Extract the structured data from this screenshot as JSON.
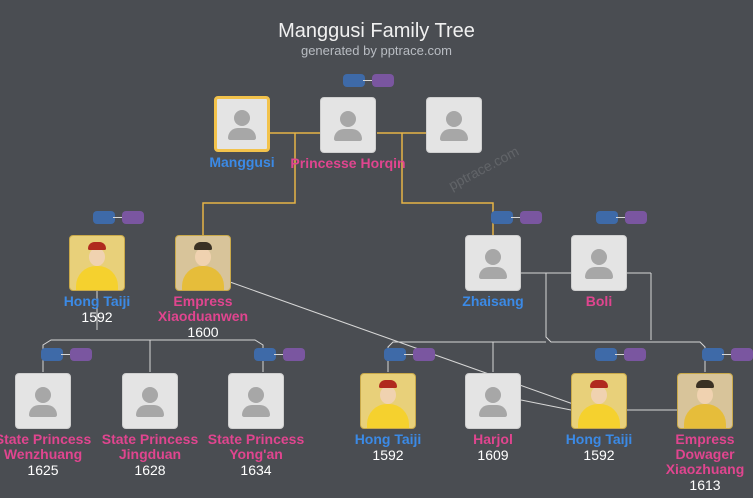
{
  "header": {
    "title": "Manggusi Family Tree",
    "subtitle": "generated by pptrace.com",
    "watermark": "pptrace.com"
  },
  "colors": {
    "background": "#4a4d52",
    "male": "#3b8ae6",
    "female": "#e0458f",
    "selected_border": "#f2c24b",
    "marriage_line": "#e6b446",
    "child_line": "#d7d7d7"
  },
  "people": {
    "manggusi": {
      "name": "Manggusi",
      "year": ""
    },
    "princesse_horqin": {
      "name": "Princesse Horqin",
      "year": ""
    },
    "unknown_top": {
      "name": "",
      "year": ""
    },
    "hong_taiji_a": {
      "name": "Hong Taiji",
      "year": "1592"
    },
    "xiaoduanwen": {
      "name": "Empress Xiaoduanwen",
      "year": "1600"
    },
    "zhaisang": {
      "name": "Zhaisang",
      "year": ""
    },
    "boli": {
      "name": "Boli",
      "year": ""
    },
    "wenzhuang": {
      "name": "State Princess Wenzhuang",
      "year": "1625"
    },
    "jingduan": {
      "name": "State Princess Jingduan",
      "year": "1628"
    },
    "yongan": {
      "name": "State Princess Yong'an",
      "year": "1634"
    },
    "hong_taiji_b": {
      "name": "Hong Taiji",
      "year": "1592"
    },
    "harjol": {
      "name": "Harjol",
      "year": "1609"
    },
    "hong_taiji_c": {
      "name": "Hong Taiji",
      "year": "1592"
    },
    "xiaozhuang": {
      "name": "Empress Dowager Xiaozhuang",
      "year": "1613"
    }
  }
}
